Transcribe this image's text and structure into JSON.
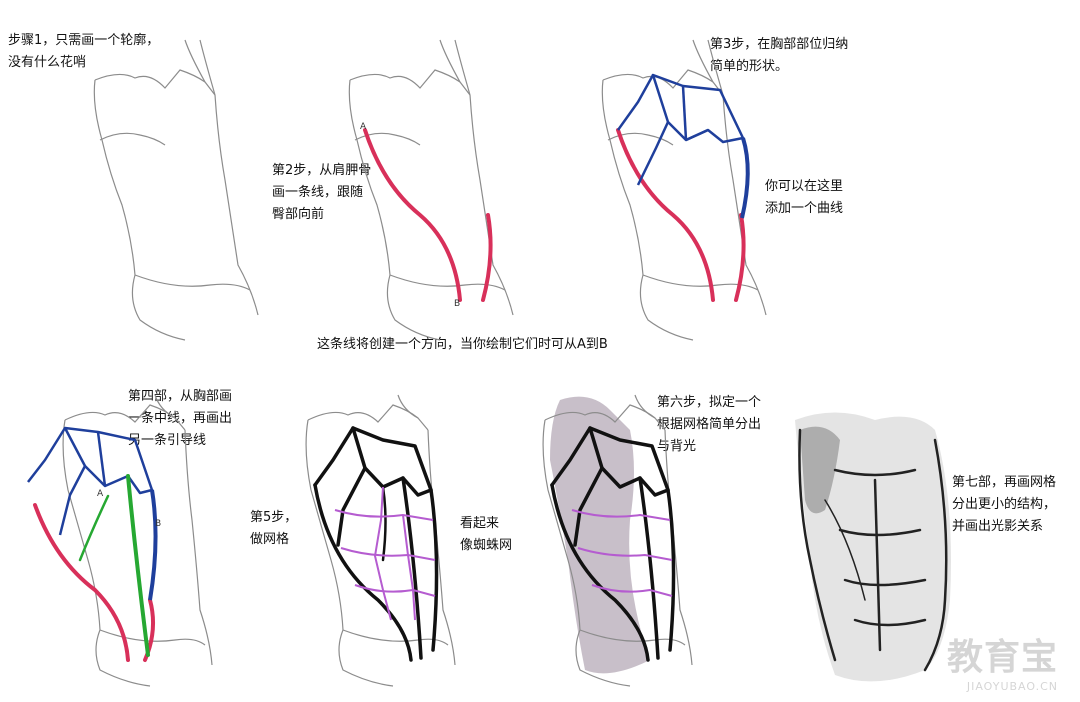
{
  "captions": {
    "step1": "步骤1，只需画一个轮廓，\n没有什么花哨",
    "step2": "第2步，从肩胛骨\n画一条线，跟随\n臀部向前",
    "step3": "第3步，在胸部部位归纳\n简单的形状。",
    "curve_tip": "你可以在这里\n添加一个曲线",
    "direction_note": "这条线将创建一个方向，当你绘制它们时可从A到B",
    "step4": "第四部，从胸部画\n一条中线，再画出\n另一条引导线",
    "step5": "第5步，\n做网格",
    "spider": "看起来\n像蜘蛛网",
    "step6": "第六步，拟定一个\n根据网格简单分出\n与背光",
    "step7": "第七部，再画网格\n分出更小的结构，\n并画出光影关系"
  },
  "markers": {
    "a": "A",
    "b": "B"
  },
  "watermark": {
    "cn": "教育宝",
    "en": "JIAOYUBAO.CN"
  },
  "colors": {
    "sketch": "#8c8c8c",
    "red": "#d8305a",
    "blue": "#1f3f9c",
    "green": "#26a832",
    "black": "#111111",
    "purple": "#b55cd0",
    "shade": "#9a8a9c"
  }
}
